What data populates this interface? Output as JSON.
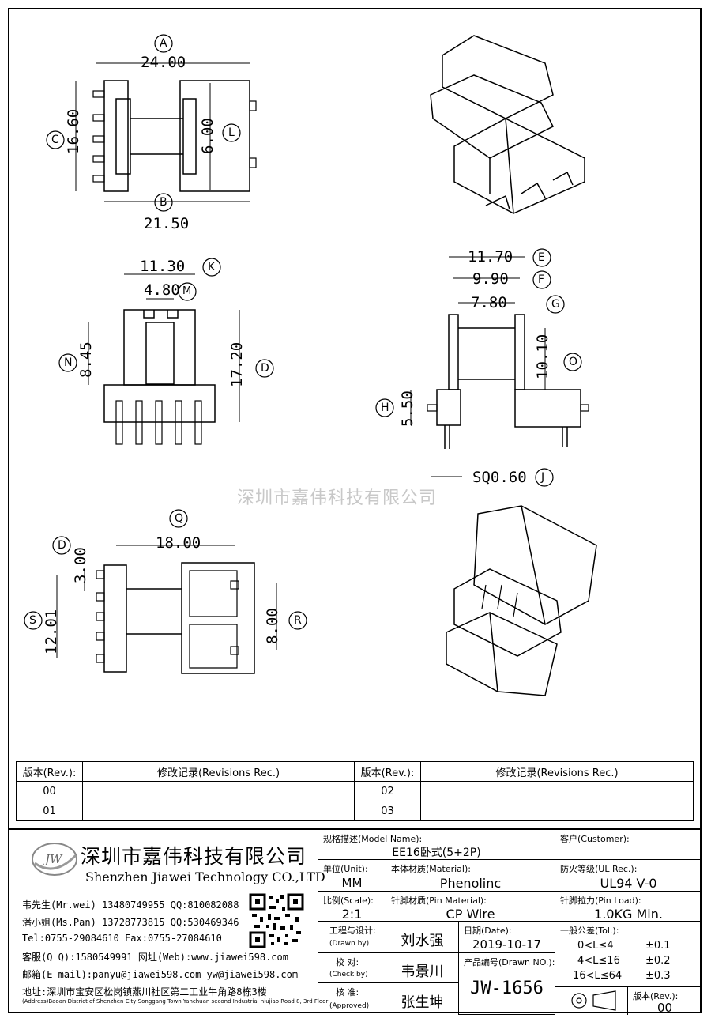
{
  "dims": {
    "d2400": "24.00",
    "d1660": "16.60",
    "d600": "6.00",
    "d2150": "21.50",
    "d1130": "11.30",
    "d480": "4.80",
    "d845": "8.45",
    "d1720": "17.20",
    "d1170": "11.70",
    "d990": "9.90",
    "d780": "7.80",
    "d1010": "10.10",
    "d550": "5.50",
    "sq": "SQ0.60",
    "d1800": "18.00",
    "d300": "3.00",
    "d1201": "12.01",
    "d800": "8.00"
  },
  "letters": {
    "A": "A",
    "B": "B",
    "C": "C",
    "D": "D",
    "E": "E",
    "F": "F",
    "G": "G",
    "H": "H",
    "J": "J",
    "K": "K",
    "L": "L",
    "M": "M",
    "N": "N",
    "O": "O",
    "Q": "Q",
    "R": "R",
    "S": "S",
    "D2": "D"
  },
  "watermark": "深圳市嘉伟科技有限公司",
  "revisions": {
    "col_rev": "版本(Rev.):",
    "col_rec": "修改记录(Revisions Rec.)",
    "rows": [
      {
        "rev_left": "00",
        "rec_left": "",
        "rev_right": "02",
        "rec_right": ""
      },
      {
        "rev_left": "01",
        "rec_left": "",
        "rev_right": "03",
        "rec_right": ""
      }
    ]
  },
  "company": {
    "logo_text": "JW",
    "name_cn": "深圳市嘉伟科技有限公司",
    "name_en": "Shenzhen Jiawei Technology CO.,LTD",
    "contacts": [
      "韦先生(Mr.wei) 13480749955 QQ:810082088",
      "潘小姐(Ms.Pan) 13728773815 QQ:530469346",
      "Tel:0755-29084610    Fax:0755-27084610",
      "客服(Q Q):1580549991  网址(Web):www.jiawei598.com",
      "邮箱(E-mail):panyu@jiawei598.com  yw@jiawei598.com"
    ],
    "address_cn": "地址:深圳市宝安区松岗镇燕川社区第二工业牛角路8栋3楼",
    "address_en": "(Address)Baoan District of Shenzhen City Songgang Town Yanchuan  second Industrial niujiao Road 8, 3rd Floor"
  },
  "title_block": {
    "model_label": "规格描述(Model Name):",
    "model_value": "EE16卧式(5+2P)",
    "customer_label": "客户(Customer):",
    "customer_value": "",
    "unit_label": "单位(Unit):",
    "unit_value": "MM",
    "material_label": "本体材质(Material):",
    "material_value": "Phenolinc",
    "ul_label": "防火等级(UL Rec.):",
    "ul_value": "UL94 V-0",
    "scale_label": "比例(Scale):",
    "scale_value": "2:1",
    "pin_label": "针脚材质(Pin Material):",
    "pin_value": "CP Wire",
    "load_label": "针脚拉力(Pin Load):",
    "load_value": "1.0KG Min.",
    "drawn_label": "工程与设计:",
    "drawn_sub": "(Drawn by)",
    "drawn_value": "刘水强",
    "date_label": "日期(Date):",
    "date_value": "2019-10-17",
    "check_label": "校  对:",
    "check_sub": "(Check by)",
    "check_value": "韦景川",
    "drawno_label": "产品编号(Drawn NO.):",
    "drawno_value": "JW-1656",
    "approve_label": "核  准:",
    "approve_sub": "(Approved)",
    "approve_value": "张生坤",
    "tol_label": "一般公差(Tol.):",
    "tol_rows": [
      {
        "range": "0<L≤4",
        "tol": "±0.1"
      },
      {
        "range": "4<L≤16",
        "tol": "±0.2"
      },
      {
        "range": "16<L≤64",
        "tol": "±0.3"
      }
    ],
    "ver_label": "版本(Rev.):",
    "ver_value": "00"
  }
}
